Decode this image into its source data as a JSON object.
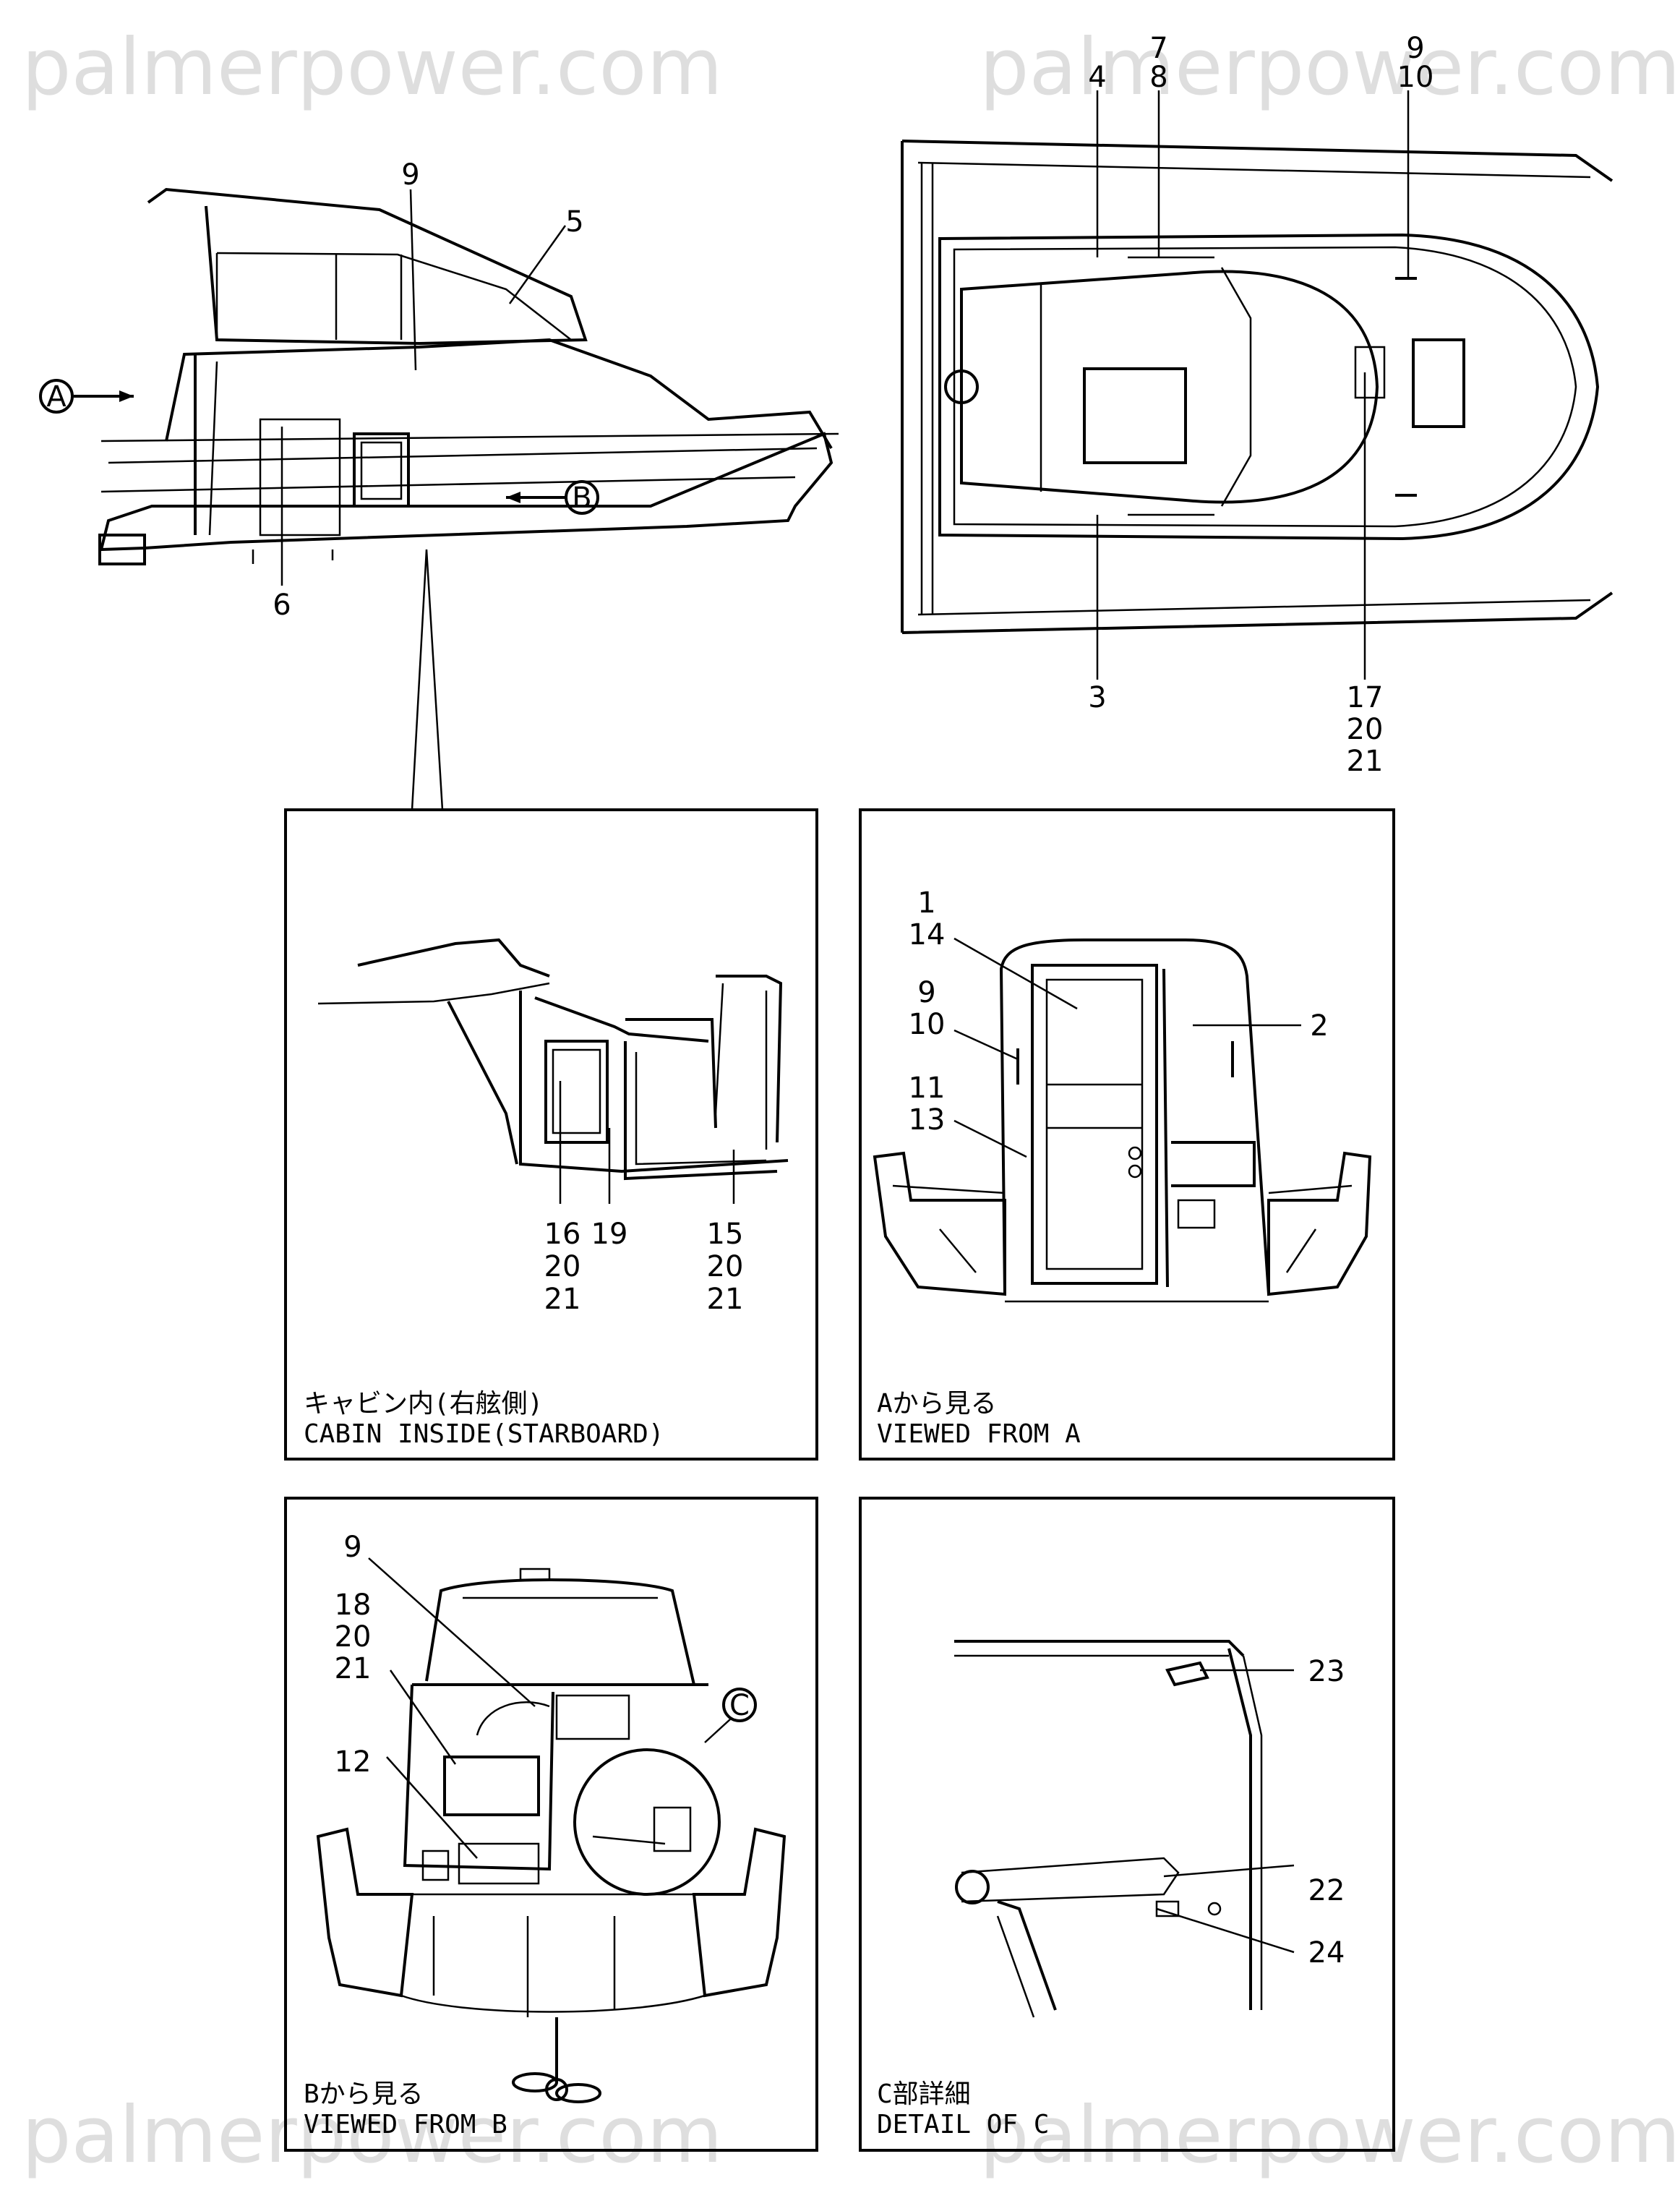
{
  "watermark": "palmerpower.com",
  "side_view": {
    "markers": {
      "a": "A",
      "b": "B"
    },
    "labels": {
      "l9": "9",
      "l5": "5",
      "l6": "6"
    }
  },
  "top_view": {
    "labels": {
      "l4": "4",
      "l7": "7",
      "l8": "8",
      "l9": "9",
      "l10": "10",
      "l3": "3",
      "l17": "17",
      "l20": "20",
      "l21": "21"
    }
  },
  "panel_cabin": {
    "caption_jp": "キャビン内(右舷側)",
    "caption_en": "CABIN INSIDE(STARBOARD)",
    "labels": {
      "l16": "16",
      "l19": "19",
      "l20a": "20",
      "l21a": "21",
      "l15": "15",
      "l20b": "20",
      "l21b": "21"
    }
  },
  "panel_a": {
    "caption_jp": "Aから見る",
    "caption_en": "VIEWED FROM A",
    "labels": {
      "l1": "1",
      "l14": "14",
      "l9": "9",
      "l10": "10",
      "l11": "11",
      "l13": "13",
      "l2": "2"
    }
  },
  "panel_b": {
    "caption_jp": "Bから見る",
    "caption_en": "VIEWED FROM B",
    "marker_c": "C",
    "labels": {
      "l9": "9",
      "l18": "18",
      "l20": "20",
      "l21": "21",
      "l12": "12"
    }
  },
  "panel_c": {
    "caption_jp": "C部詳細",
    "caption_en": "DETAIL OF C",
    "labels": {
      "l23": "23",
      "l22": "22",
      "l24": "24"
    }
  }
}
